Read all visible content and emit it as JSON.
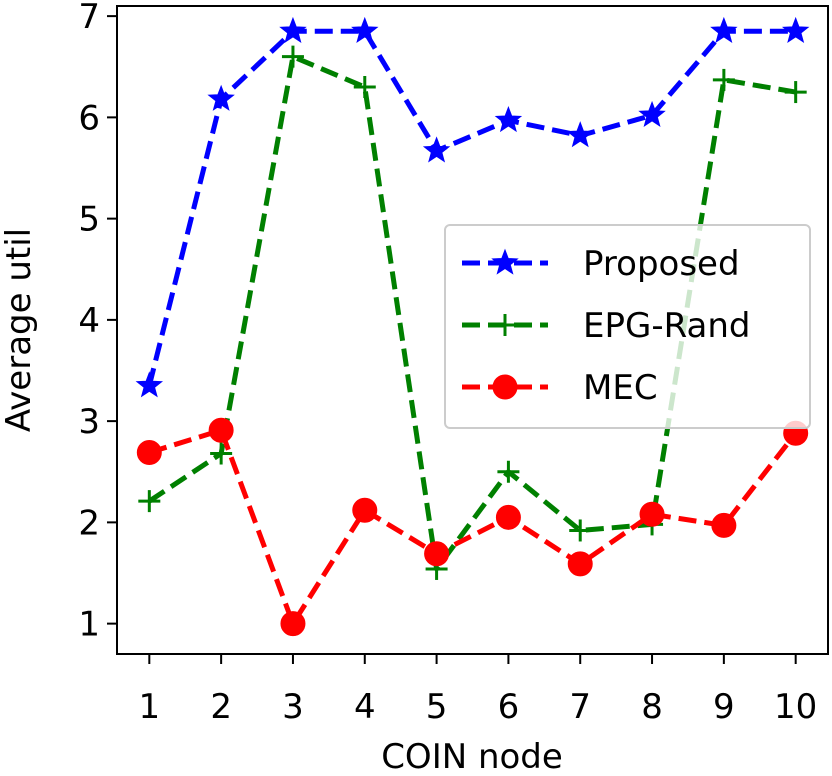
{
  "chart_data": {
    "type": "line",
    "title": "",
    "xlabel": "COIN node",
    "ylabel": "Average util",
    "x": [
      1,
      2,
      3,
      4,
      5,
      6,
      7,
      8,
      9,
      10
    ],
    "xlim": [
      0.55,
      10.45
    ],
    "ylim": [
      0.7,
      7.1
    ],
    "xticks": [
      1,
      2,
      3,
      4,
      5,
      6,
      7,
      8,
      9,
      10
    ],
    "yticks": [
      1,
      2,
      3,
      4,
      5,
      6,
      7
    ],
    "grid": false,
    "legend_position": "center-right",
    "series": [
      {
        "name": "Proposed",
        "color": "#0000ff",
        "marker": "star",
        "linestyle": "dashed",
        "values": [
          3.35,
          6.18,
          6.85,
          6.85,
          5.67,
          5.97,
          5.82,
          6.02,
          6.85,
          6.85
        ]
      },
      {
        "name": "EPG-Rand",
        "color": "#008000",
        "marker": "plus",
        "linestyle": "dashed",
        "values": [
          2.21,
          2.68,
          6.6,
          6.3,
          1.54,
          2.5,
          1.92,
          1.98,
          6.37,
          6.25
        ]
      },
      {
        "name": "MEC",
        "color": "#ff0000",
        "marker": "circle",
        "linestyle": "dashed",
        "values": [
          2.69,
          2.91,
          1.0,
          2.12,
          1.69,
          2.05,
          1.59,
          2.08,
          1.97,
          2.88
        ]
      }
    ]
  }
}
